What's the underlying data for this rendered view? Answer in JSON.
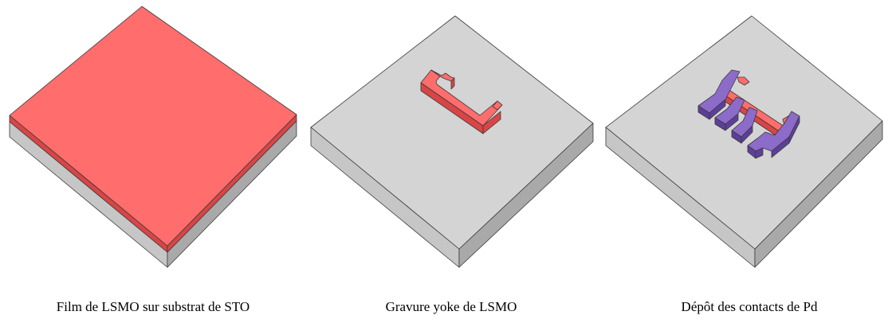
{
  "panels": [
    {
      "caption": "Film de LSMO sur substrat de STO"
    },
    {
      "caption": "Gravure yoke de LSMO"
    },
    {
      "caption": "Dépôt des contacts de Pd"
    }
  ],
  "colors": {
    "substrate_top": "#d4d4d4",
    "substrate_left": "#c6c6c6",
    "substrate_right": "#a9a9a9",
    "lsmo_top": "#ff6d6d",
    "lsmo_side": "#d94545",
    "pd_top": "#8c6bc9",
    "pd_side": "#5d3f99",
    "edge": "#3a3a3a"
  }
}
